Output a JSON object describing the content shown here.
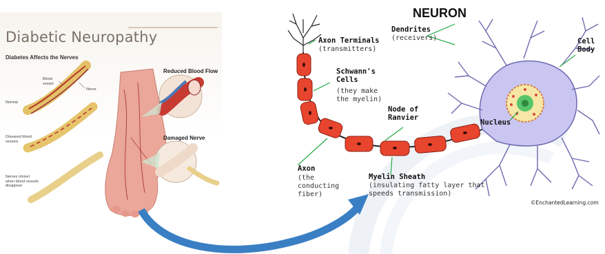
{
  "left_panel": {
    "title": "Diabetic Neuropathy",
    "subtitle": "Diabetes Affects the Nerves",
    "labels": {
      "blood_vessel": "Blood vessel",
      "nerve": "Nerve",
      "normal": "Normal",
      "diseased": "Diseased blood vessels",
      "shrivel": "Nerves shrivel when blood vessels disappear",
      "reduced_flow": "Reduced Blood Flow",
      "damaged_nerve": "Damaged Nerve"
    }
  },
  "neuron": {
    "title": "NEURON",
    "axon_terminals": "Axon Terminals",
    "axon_terminals_sub": "(transmitters)",
    "schwann": "Schwann's Cells",
    "schwann_sub": "(they make the myelin)",
    "dendrites": "Dendrites",
    "dendrites_sub": "(receivers)",
    "cell_body": "Cell Body",
    "node": "Node of Ranvier",
    "nucleus": "Nucleus",
    "axon": "Axon",
    "axon_sub": "(the conducting fiber)",
    "myelin": "Myelin Sheath",
    "myelin_sub": "(insulating fatty layer that speeds transmission)",
    "credit": "©EnchantedLearning.com"
  },
  "colors": {
    "myelin": "#e8452e",
    "cell_body": "#c9c6f2",
    "arrow": "#3a7fc4",
    "nerve": "#e8c86b"
  }
}
